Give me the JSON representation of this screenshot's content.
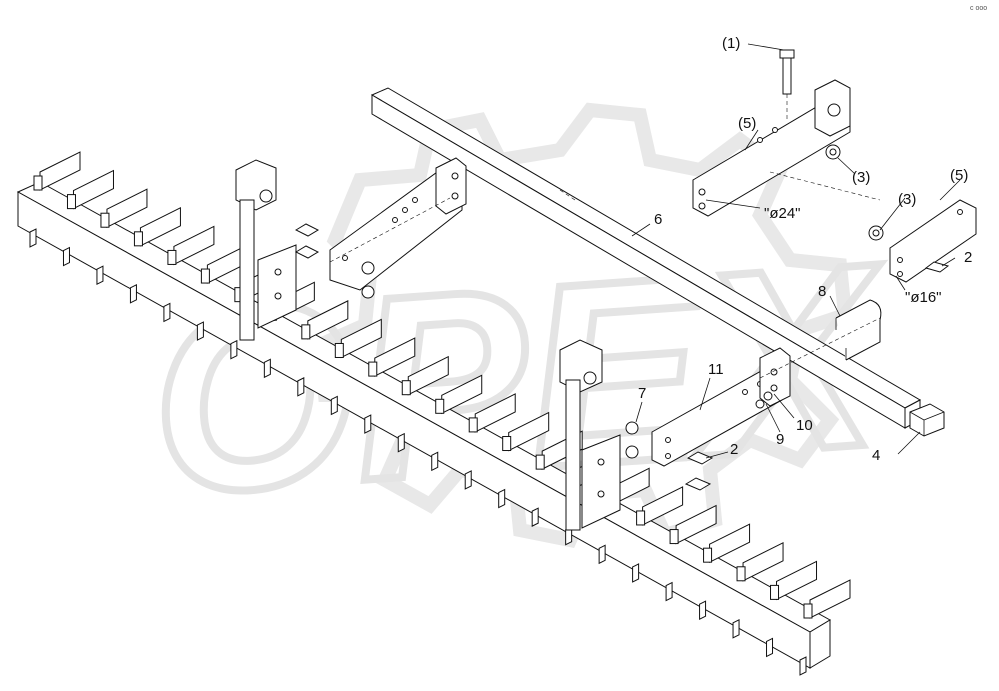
{
  "watermark": {
    "text": "OPEX",
    "color": "#e6e6e6"
  },
  "corner_mark": "c ooo",
  "callouts": [
    {
      "id": "c1",
      "text": "(1)"
    },
    {
      "id": "c5a",
      "text": "(5)"
    },
    {
      "id": "c3a",
      "text": "(3)"
    },
    {
      "id": "c5b",
      "text": "(5)"
    },
    {
      "id": "c3b",
      "text": "(3)"
    },
    {
      "id": "c2a",
      "text": "2"
    },
    {
      "id": "c24",
      "text": "\"ø24\""
    },
    {
      "id": "c16",
      "text": "\"ø16\""
    },
    {
      "id": "c6",
      "text": "6"
    },
    {
      "id": "c8",
      "text": "8"
    },
    {
      "id": "c11",
      "text": "11"
    },
    {
      "id": "c7",
      "text": "7"
    },
    {
      "id": "c9",
      "text": "9"
    },
    {
      "id": "c10",
      "text": "10"
    },
    {
      "id": "c2b",
      "text": "2"
    },
    {
      "id": "c4",
      "text": "4"
    }
  ]
}
